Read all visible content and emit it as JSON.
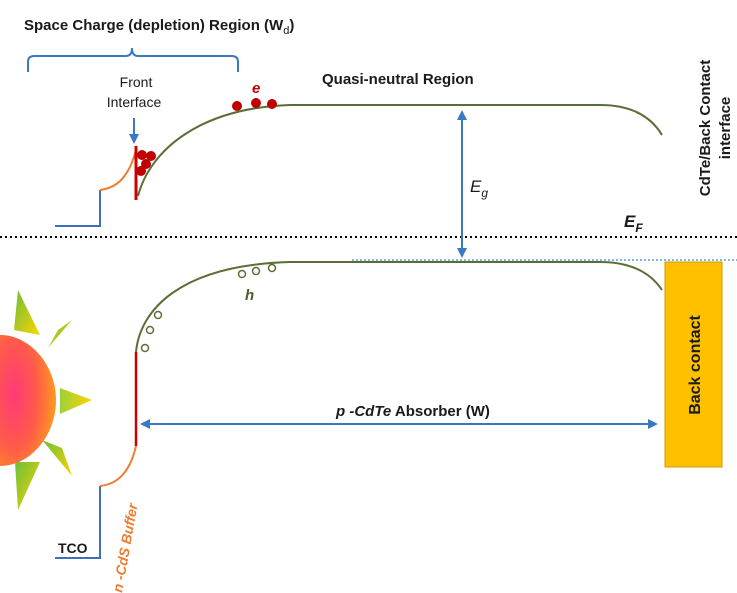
{
  "labels": {
    "space_charge_main": "Space Charge (depletion) Region (W",
    "space_charge_sub": "d",
    "space_charge_close": ")",
    "front_interface_line1": "Front",
    "front_interface_line2": "Interface",
    "quasi_neutral": "Quasi-neutral Region",
    "electron": "e",
    "hole": "h",
    "band_gap_main": "E",
    "band_gap_sub": "g",
    "fermi_main": "E",
    "fermi_sub": "F",
    "back_interface_line1": "CdTe/Back Contact",
    "back_interface_line2": "interface",
    "back_contact": "Back contact",
    "absorber_prefix": "p -CdTe",
    "absorber_suffix": " Absorber (W)",
    "tco": "TCO",
    "buffer": "n -CdS Buffer"
  },
  "colors": {
    "band_line": "#5a6e35",
    "arrow_blue": "#3b78c4",
    "electron_red": "#c00000",
    "buffer_orange": "#ed7d31",
    "interface_red": "#d00000",
    "back_contact_fill": "#ffc000",
    "back_contact_edge": "#d09a00",
    "fermi_line": "#000000",
    "tco_blue": "#3d6fbf",
    "sun_ray_yellow": "#ffcc00",
    "sun_ray_green": "#6abf3c",
    "sun_core_orange": "#ff8a1e",
    "sun_core_pink": "#ff2f6e",
    "text_dark": "#1a1a1a",
    "label_green": "#4a5d2a"
  }
}
